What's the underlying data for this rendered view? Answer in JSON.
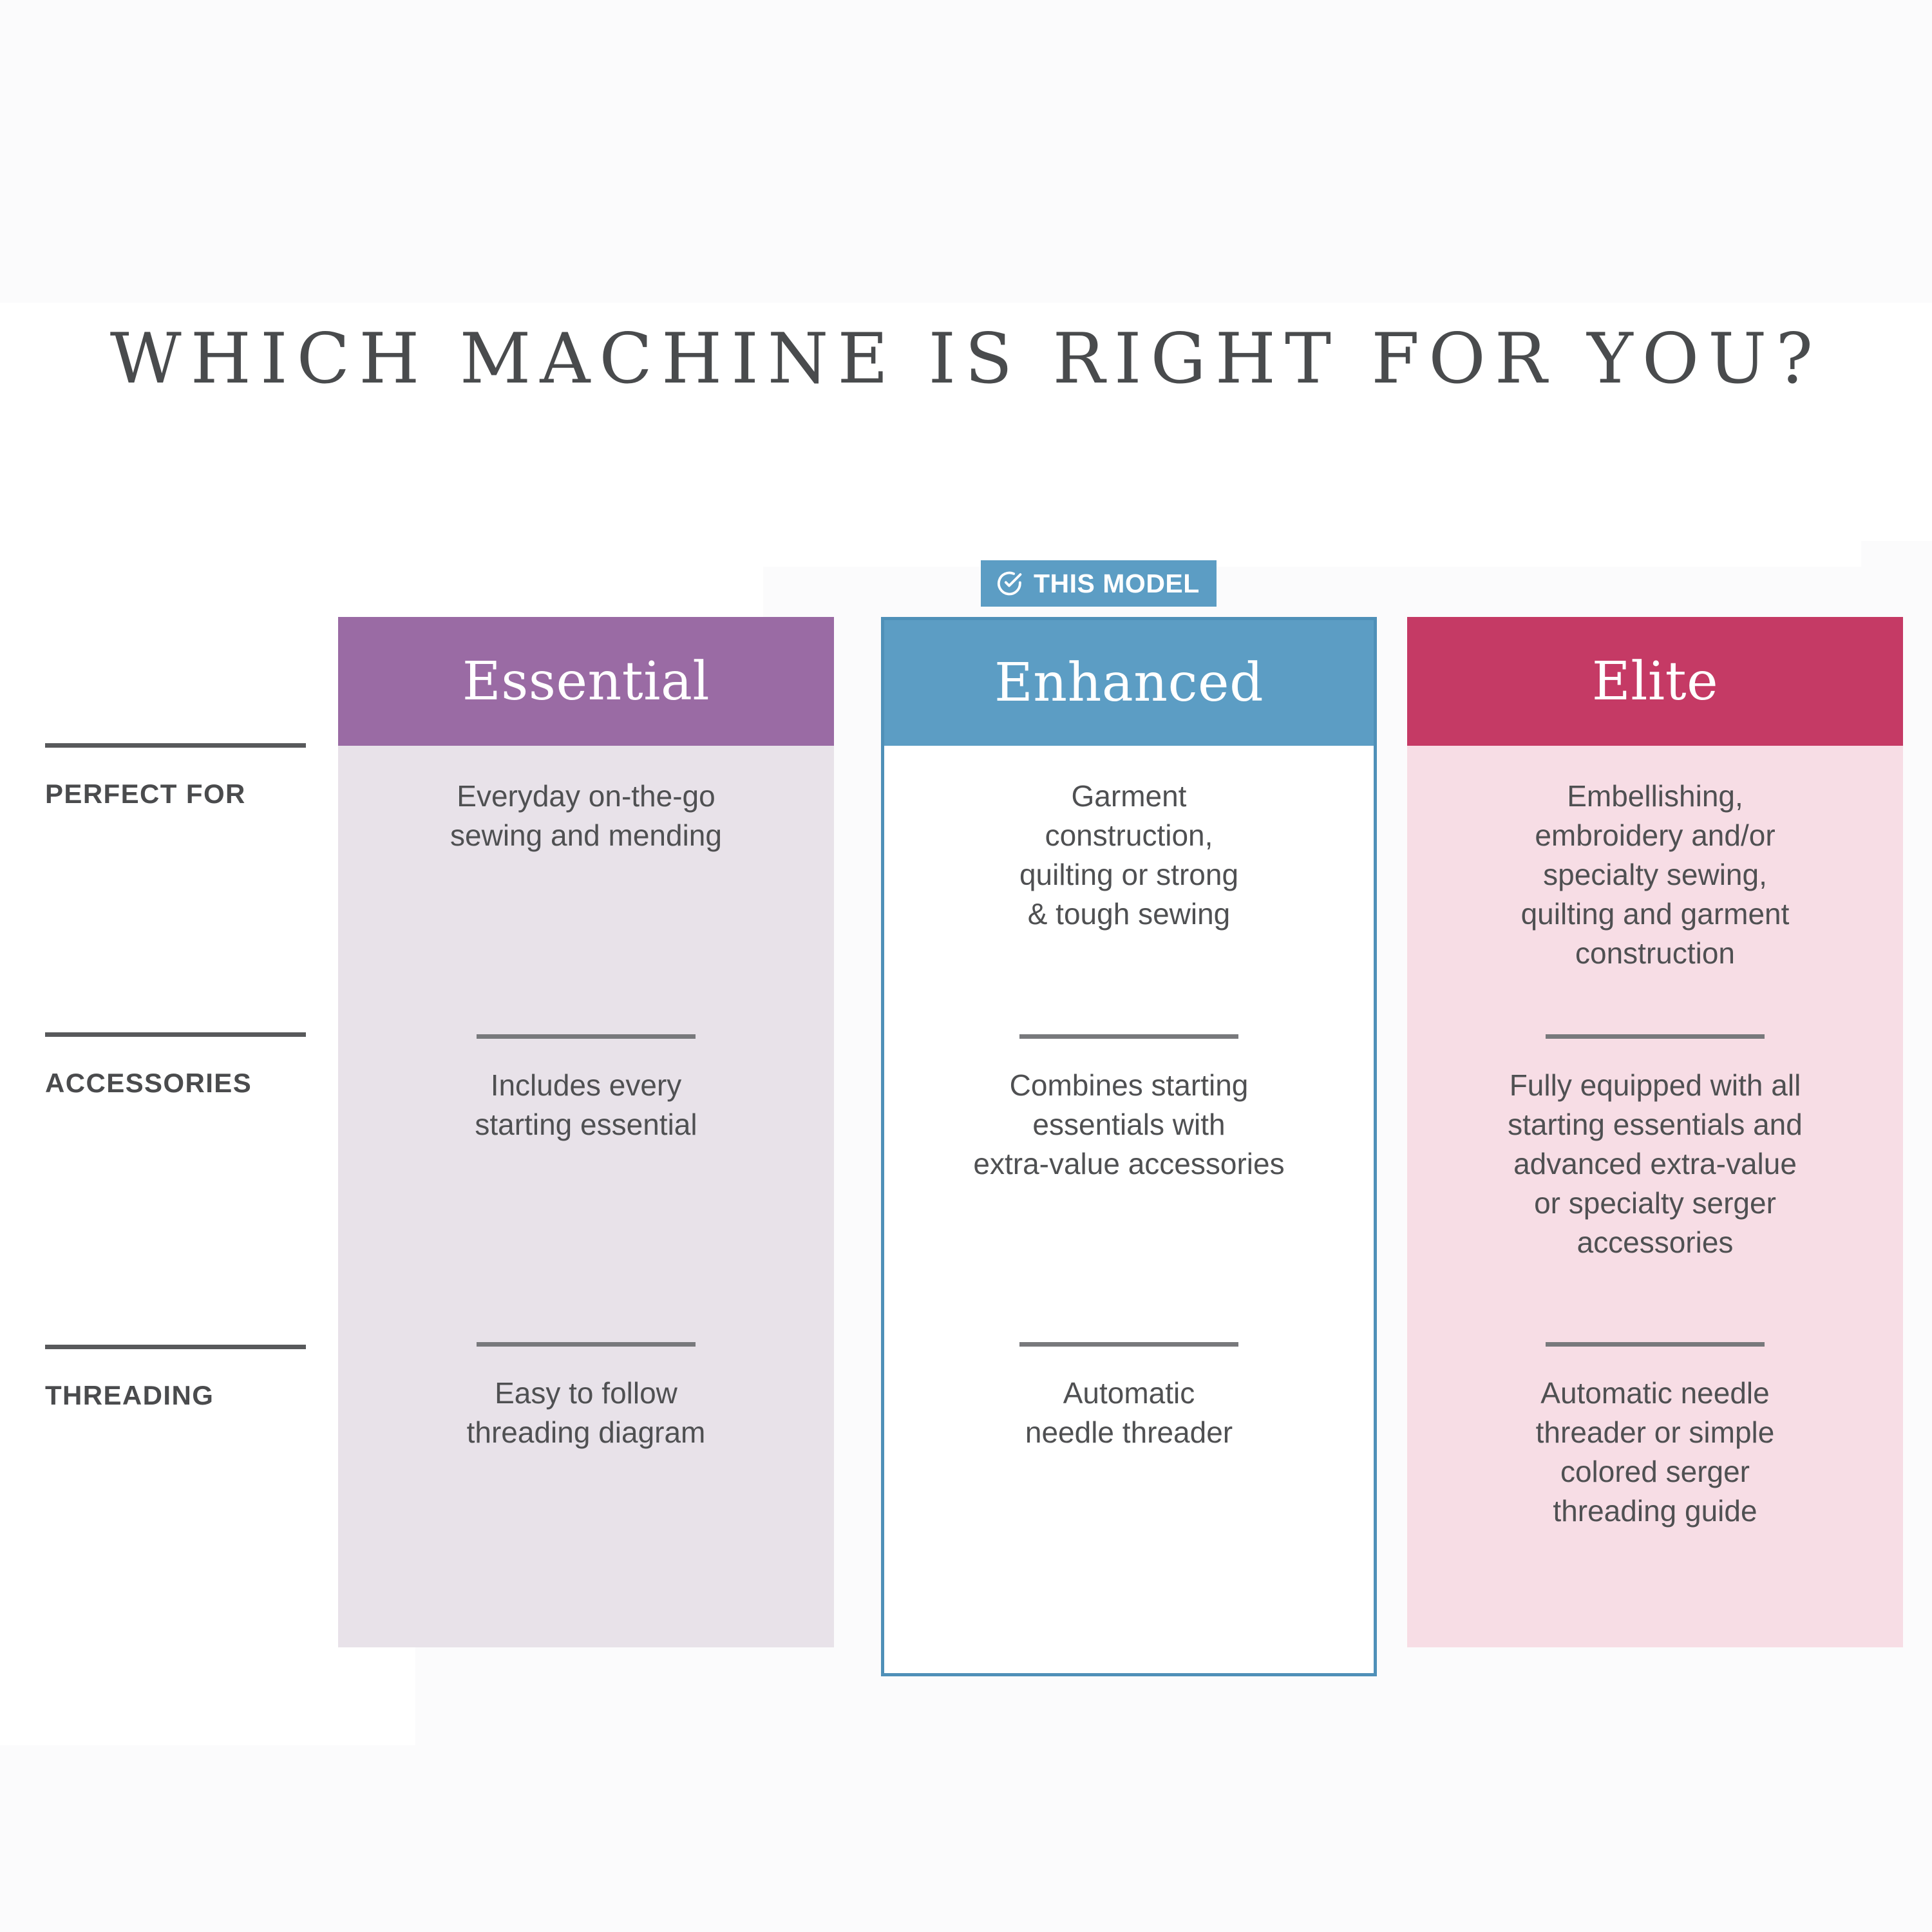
{
  "page": {
    "title": "WHICH MACHINE IS RIGHT FOR YOU?"
  },
  "badge": {
    "label": "THIS MODEL",
    "icon": "check-circle-icon",
    "background_color": "#5c9dc4",
    "text_color": "#ffffff"
  },
  "colors": {
    "essential_header": "#9a6ba4",
    "essential_body": "#e8e2e9",
    "enhanced_header": "#5c9dc4",
    "enhanced_body": "#ffffff",
    "enhanced_border": "#4f90b8",
    "elite_header": "#c53a65",
    "elite_body": "#f7dde5",
    "title_text": "#494b4d",
    "body_text": "#4f5052",
    "rule": "#58595b"
  },
  "chart_data": {
    "type": "table",
    "title": "WHICH MACHINE IS RIGHT FOR YOU?",
    "row_labels": [
      "PERFECT FOR",
      "ACCESSORIES",
      "THREADING"
    ],
    "columns": [
      "Essential",
      "Enhanced",
      "Elite"
    ],
    "highlighted_column": "Enhanced",
    "cells": [
      [
        "Everyday on-the-go\nsewing and mending",
        "Garment\nconstruction,\nquilting or strong\n& tough sewing",
        "Embellishing,\nembroidery and/or\nspecialty sewing,\nquilting and garment\nconstruction"
      ],
      [
        "Includes every\nstarting essential",
        "Combines starting\nessentials with\nextra-value accessories",
        "Fully equipped with all\nstarting essentials and\nadvanced extra-value\nor specialty serger\naccessories"
      ],
      [
        "Easy to follow\nthreading diagram",
        "Automatic\nneedle threader",
        "Automatic needle\nthreader or simple\ncolored serger\nthreading guide"
      ]
    ]
  },
  "rows": [
    {
      "label": "PERFECT FOR"
    },
    {
      "label": "ACCESSORIES"
    },
    {
      "label": "THREADING"
    }
  ],
  "columns": [
    {
      "name": "Essential",
      "cells": [
        "Everyday on-the-go\nsewing and mending",
        "Includes every\nstarting essential",
        "Easy to follow\nthreading diagram"
      ]
    },
    {
      "name": "Enhanced",
      "cells": [
        "Garment\nconstruction,\nquilting or strong\n& tough sewing",
        "Combines starting\nessentials with\nextra-value accessories",
        "Automatic\nneedle threader"
      ]
    },
    {
      "name": "Elite",
      "cells": [
        "Embellishing,\nembroidery and/or\nspecialty sewing,\nquilting and garment\nconstruction",
        "Fully equipped with all\nstarting essentials and\nadvanced extra-value\nor specialty serger\naccessories",
        "Automatic needle\nthreader or simple\ncolored serger\nthreading guide"
      ]
    }
  ]
}
